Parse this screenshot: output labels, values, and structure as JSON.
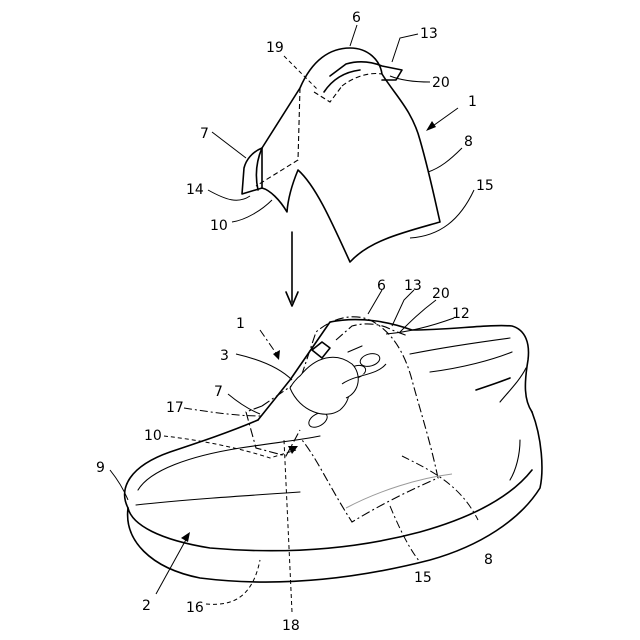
{
  "figure": {
    "labels": {
      "top_6": "6",
      "top_13": "13",
      "top_19": "19",
      "top_20": "20",
      "top_1": "1",
      "top_7": "7",
      "top_8": "8",
      "top_14": "14",
      "top_15": "15",
      "top_10": "10",
      "shoe_6": "6",
      "shoe_13": "13",
      "shoe_20": "20",
      "shoe_12": "12",
      "shoe_1": "1",
      "shoe_3": "3",
      "shoe_7": "7",
      "shoe_17": "17",
      "shoe_10": "10",
      "shoe_9": "9",
      "shoe_8": "8",
      "shoe_15": "15",
      "shoe_2": "2",
      "shoe_16": "16",
      "shoe_18": "18"
    }
  }
}
